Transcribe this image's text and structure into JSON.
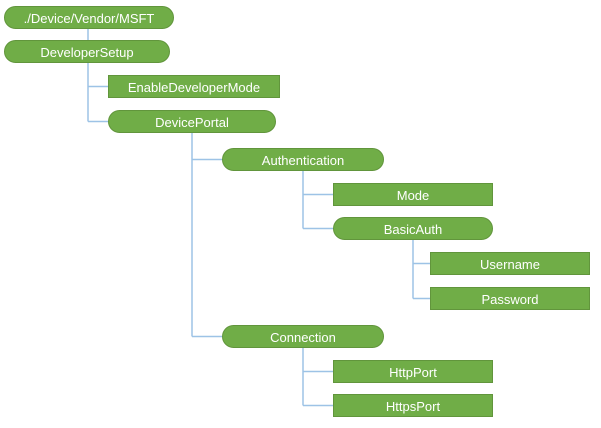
{
  "diagram": {
    "node_fill_color": "#70AD47",
    "node_border_color": "#61953C",
    "connector_color": "#9DC3E6",
    "nodes": [
      {
        "label": "./Device/Vendor/MSFT",
        "shape": "rounded",
        "parent": null
      },
      {
        "label": "DeveloperSetup",
        "shape": "rounded",
        "parent": "./Device/Vendor/MSFT"
      },
      {
        "label": "EnableDeveloperMode",
        "shape": "rect",
        "parent": "DeveloperSetup"
      },
      {
        "label": "DevicePortal",
        "shape": "rounded",
        "parent": "DeveloperSetup"
      },
      {
        "label": "Authentication",
        "shape": "rounded",
        "parent": "DevicePortal"
      },
      {
        "label": "Mode",
        "shape": "rect",
        "parent": "Authentication"
      },
      {
        "label": "BasicAuth",
        "shape": "rounded",
        "parent": "Authentication"
      },
      {
        "label": "Username",
        "shape": "rect",
        "parent": "BasicAuth"
      },
      {
        "label": "Password",
        "shape": "rect",
        "parent": "BasicAuth"
      },
      {
        "label": "Connection",
        "shape": "rounded",
        "parent": "DevicePortal"
      },
      {
        "label": "HttpPort",
        "shape": "rect",
        "parent": "Connection"
      },
      {
        "label": "HttpsPort",
        "shape": "rect",
        "parent": "Connection"
      }
    ]
  }
}
